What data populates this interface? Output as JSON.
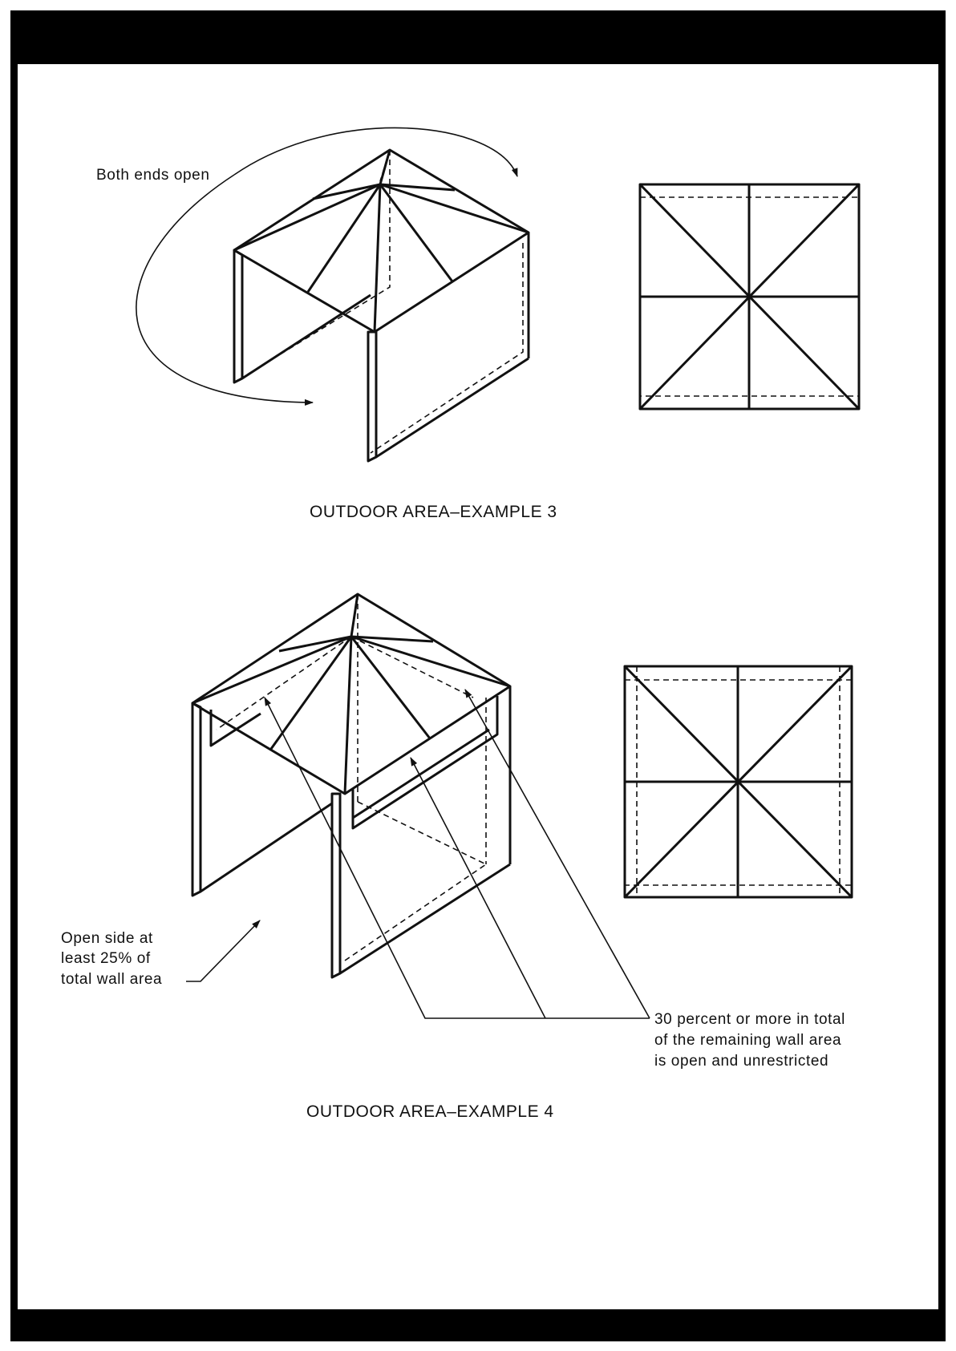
{
  "example3": {
    "caption": "OUTDOOR AREA–EXAMPLE 3",
    "callout": "Both ends open"
  },
  "example4": {
    "caption": "OUTDOOR AREA–EXAMPLE 4",
    "callout_open_side": [
      "Open side at",
      "least 25% of",
      "total wall area"
    ],
    "callout_remaining": [
      "30 percent or more in total",
      "of the remaining wall area",
      "is open and unrestricted"
    ]
  }
}
